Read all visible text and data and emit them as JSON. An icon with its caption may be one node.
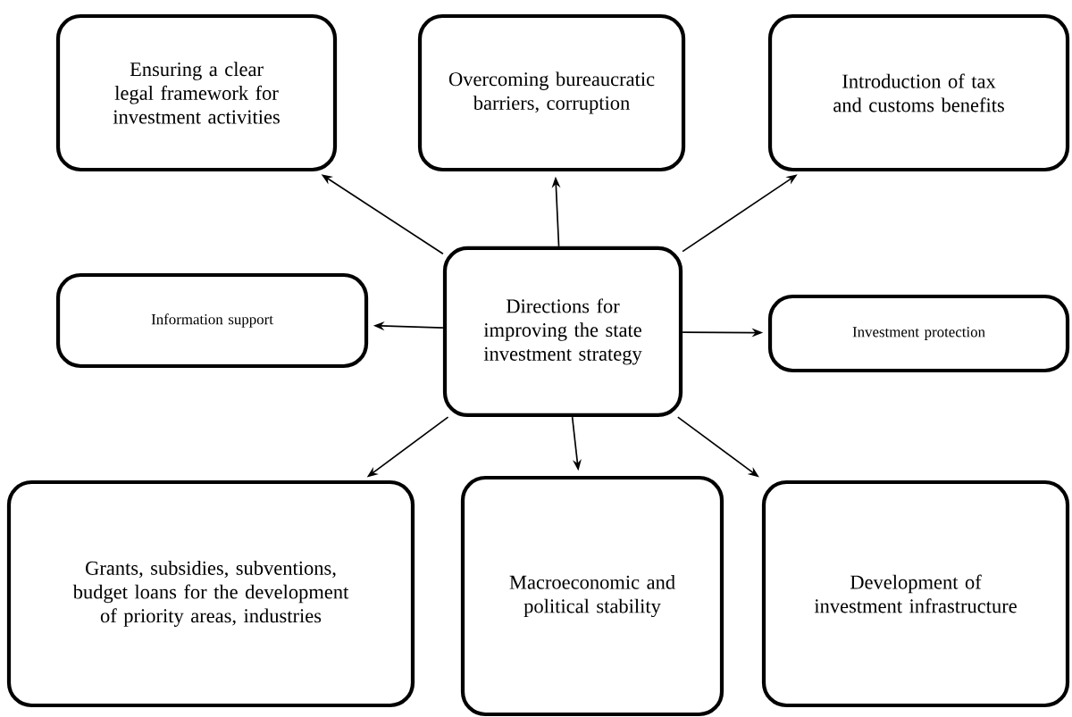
{
  "diagram": {
    "nodes": [
      {
        "text": [
          "Ensuring a clear legal framework for investment activities"
        ]
      },
      {
        "text": [
          "Overcoming bureaucratic barriers, corruption"
        ]
      },
      {
        "text": [
          "Introduction of tax and customs benefits"
        ]
      },
      {
        "text": [
          "Information support"
        ]
      },
      {
        "text": [
          "Directions for improving the state investment strategy"
        ]
      },
      {
        "text": [
          "Investment protection"
        ]
      },
      {
        "text": [
          "Grants, subsidies, subventions, budget loans for the development of priority areas, industries"
        ]
      },
      {
        "text": [
          "Macroeconomic and political stability"
        ]
      },
      {
        "text": [
          "Development of investment infrastructure"
        ]
      }
    ],
    "edges": [
      {
        "from": 4,
        "to": 0,
        "arrow": "to"
      },
      {
        "from": 4,
        "to": 1,
        "arrow": "to"
      },
      {
        "from": 4,
        "to": 2,
        "arrow": "to"
      },
      {
        "from": 4,
        "to": 3,
        "arrow": "to"
      },
      {
        "from": 4,
        "to": 5,
        "arrow": "to"
      },
      {
        "from": 4,
        "to": 6,
        "arrow": "to"
      },
      {
        "from": 4,
        "to": 7,
        "arrow": "to"
      },
      {
        "from": 4,
        "to": 8,
        "arrow": "to"
      }
    ]
  }
}
